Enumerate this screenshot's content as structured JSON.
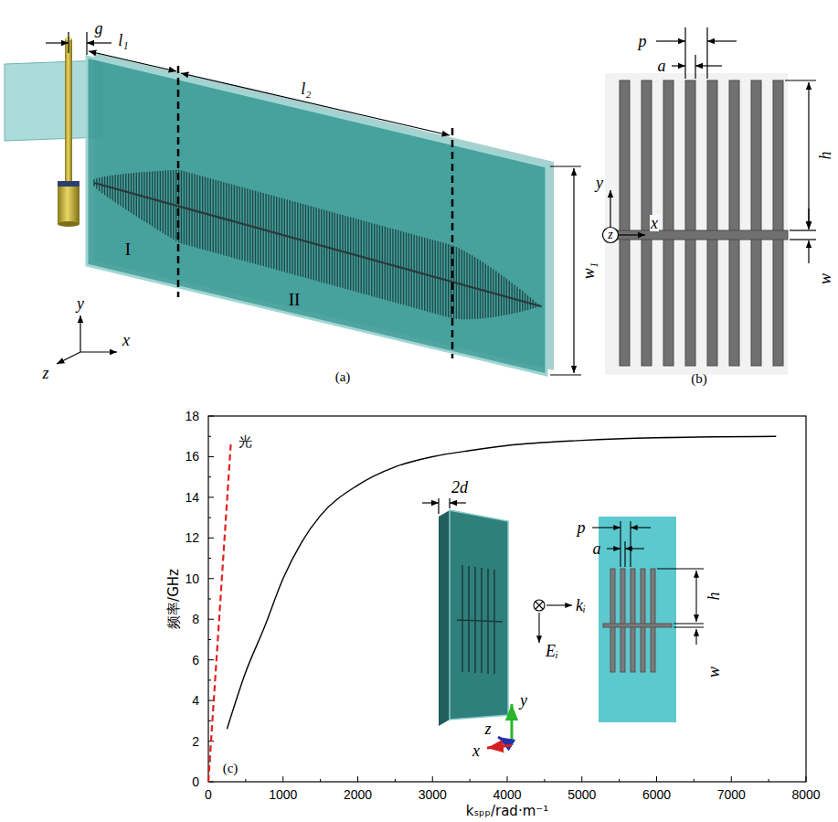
{
  "diagram": {
    "labels": [
      "g",
      "l₁",
      "l₂",
      "I",
      "II",
      "w₁",
      "y",
      "z",
      "x",
      "(a)",
      "p",
      "a",
      "h",
      "y",
      "z",
      "x",
      "w",
      "(b)",
      "18",
      "16",
      "14",
      "12",
      "10",
      "8",
      "6",
      "4",
      "2",
      "0",
      "频率/GHz",
      "0",
      "1000",
      "2000",
      "3000",
      "4000",
      "5000",
      "6000",
      "7000",
      "8000",
      "kₛₚₚ/rad·m⁻¹",
      "光",
      "2d",
      "y",
      "z",
      "x",
      "p",
      "a",
      "h",
      "w",
      "kᵢ",
      "Eᵢ",
      "(c)"
    ]
  }
}
